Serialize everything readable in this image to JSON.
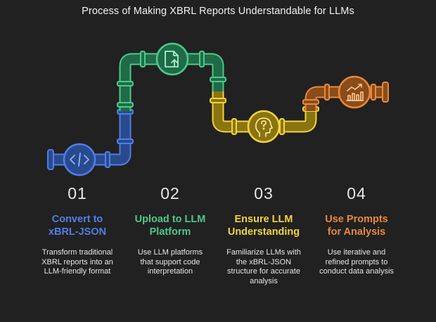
{
  "title": "Process of Making XBRL Reports Understandable for LLMs",
  "colors": {
    "blue": "#4f7fe6",
    "green": "#4ec98a",
    "yellow": "#f2d53c",
    "orange": "#e8893f",
    "background": "#212121"
  },
  "steps": [
    {
      "number": "01",
      "heading_line1": "Convert to",
      "heading_line2": "xBRL-JSON",
      "description": "Transform traditional XBRL reports into an LLM-friendly format",
      "icon": "code-icon",
      "color": "#4f7fe6"
    },
    {
      "number": "02",
      "heading_line1": "Upload to LLM",
      "heading_line2": "Platform",
      "description": "Use LLM platforms that support code interpretation",
      "icon": "file-upload-icon",
      "color": "#4ec98a"
    },
    {
      "number": "03",
      "heading_line1": "Ensure LLM",
      "heading_line2": "Understanding",
      "description": "Familiarize LLMs with the xBRL-JSON structure for accurate analysis",
      "icon": "head-question-icon",
      "color": "#f2d53c"
    },
    {
      "number": "04",
      "heading_line1": "Use Prompts",
      "heading_line2": "for Analysis",
      "description": "Use iterative and refined prompts to conduct data analysis",
      "icon": "chart-growth-icon",
      "color": "#e8893f"
    }
  ]
}
